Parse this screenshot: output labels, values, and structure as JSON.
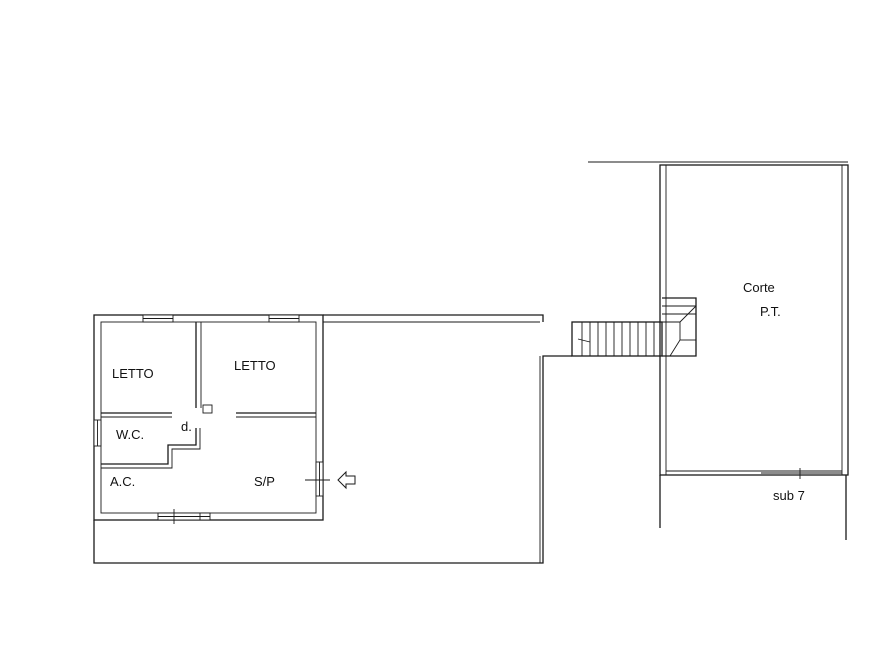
{
  "rooms": {
    "letto_1": "LETTO",
    "letto_2": "LETTO",
    "wc": "W.C.",
    "disimpegno": "d.",
    "ac": "A.C.",
    "soggiorno": "S/P",
    "corte": "Corte",
    "piano": "P.T.",
    "sub": "sub 7"
  },
  "colors": {
    "line": "#1a1a1a",
    "background": "#ffffff"
  },
  "icons": {
    "entrance": "arrow-left-icon"
  }
}
